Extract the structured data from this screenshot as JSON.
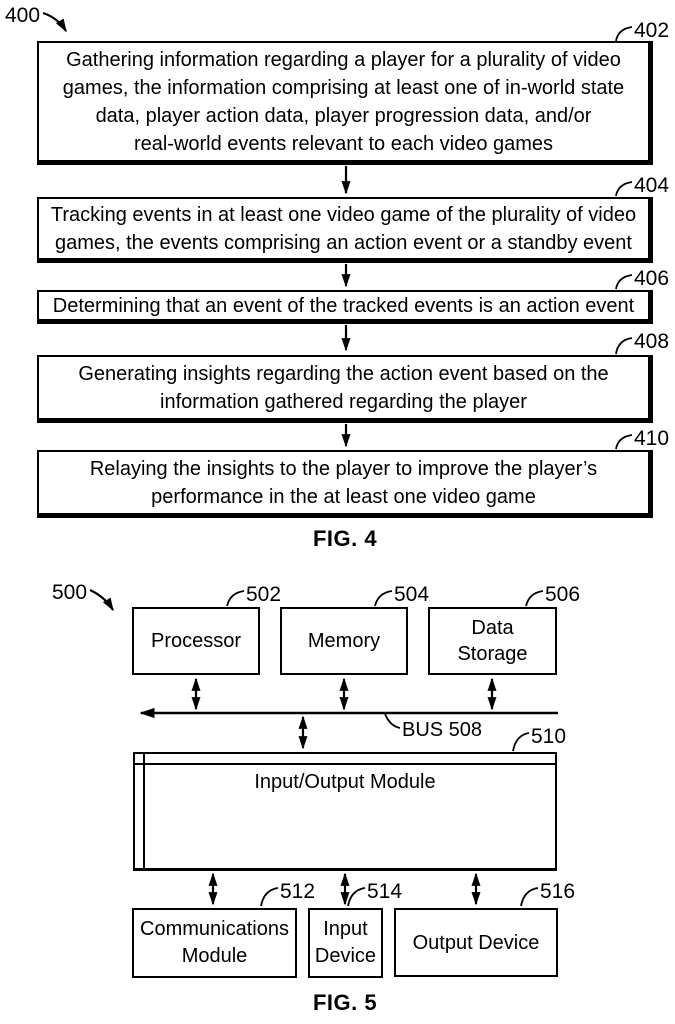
{
  "colors": {
    "ink": "#000000",
    "background": "#ffffff"
  },
  "fig4": {
    "label": "400",
    "caption": "FIG. 4",
    "steps": [
      {
        "ref": "402",
        "lines": [
          "Gathering information regarding a player for a plurality of video",
          "games, the information comprising at least one of in-world state",
          "data, player action data, player progression data, and/or",
          "real-world events relevant to each video games"
        ]
      },
      {
        "ref": "404",
        "lines": [
          "Tracking events in at least one video game of the plurality of video",
          "games, the events comprising an action event or a standby event"
        ]
      },
      {
        "ref": "406",
        "lines": [
          "Determining that an event of the tracked events is an action event"
        ]
      },
      {
        "ref": "408",
        "lines": [
          "Generating insights regarding the action event based on the",
          "information gathered regarding the player"
        ]
      },
      {
        "ref": "410",
        "lines": [
          "Relaying the insights to the player to improve the player’s",
          "performance in the at least one video game"
        ]
      }
    ]
  },
  "fig5": {
    "label": "500",
    "caption": "FIG. 5",
    "bus_label": "BUS 508",
    "blocks": {
      "processor": {
        "ref": "502",
        "lines": [
          "Processor"
        ]
      },
      "memory": {
        "ref": "504",
        "lines": [
          "Memory"
        ]
      },
      "data_storage": {
        "ref": "506",
        "lines": [
          "Data",
          "Storage"
        ]
      },
      "io_module": {
        "ref": "510",
        "lines": [
          "Input/Output Module"
        ]
      },
      "comm_module": {
        "ref": "512",
        "lines": [
          "Communications",
          "Module"
        ]
      },
      "input_device": {
        "ref": "514",
        "lines": [
          "Input",
          "Device"
        ]
      },
      "output_device": {
        "ref": "516",
        "lines": [
          "Output Device"
        ]
      }
    }
  }
}
